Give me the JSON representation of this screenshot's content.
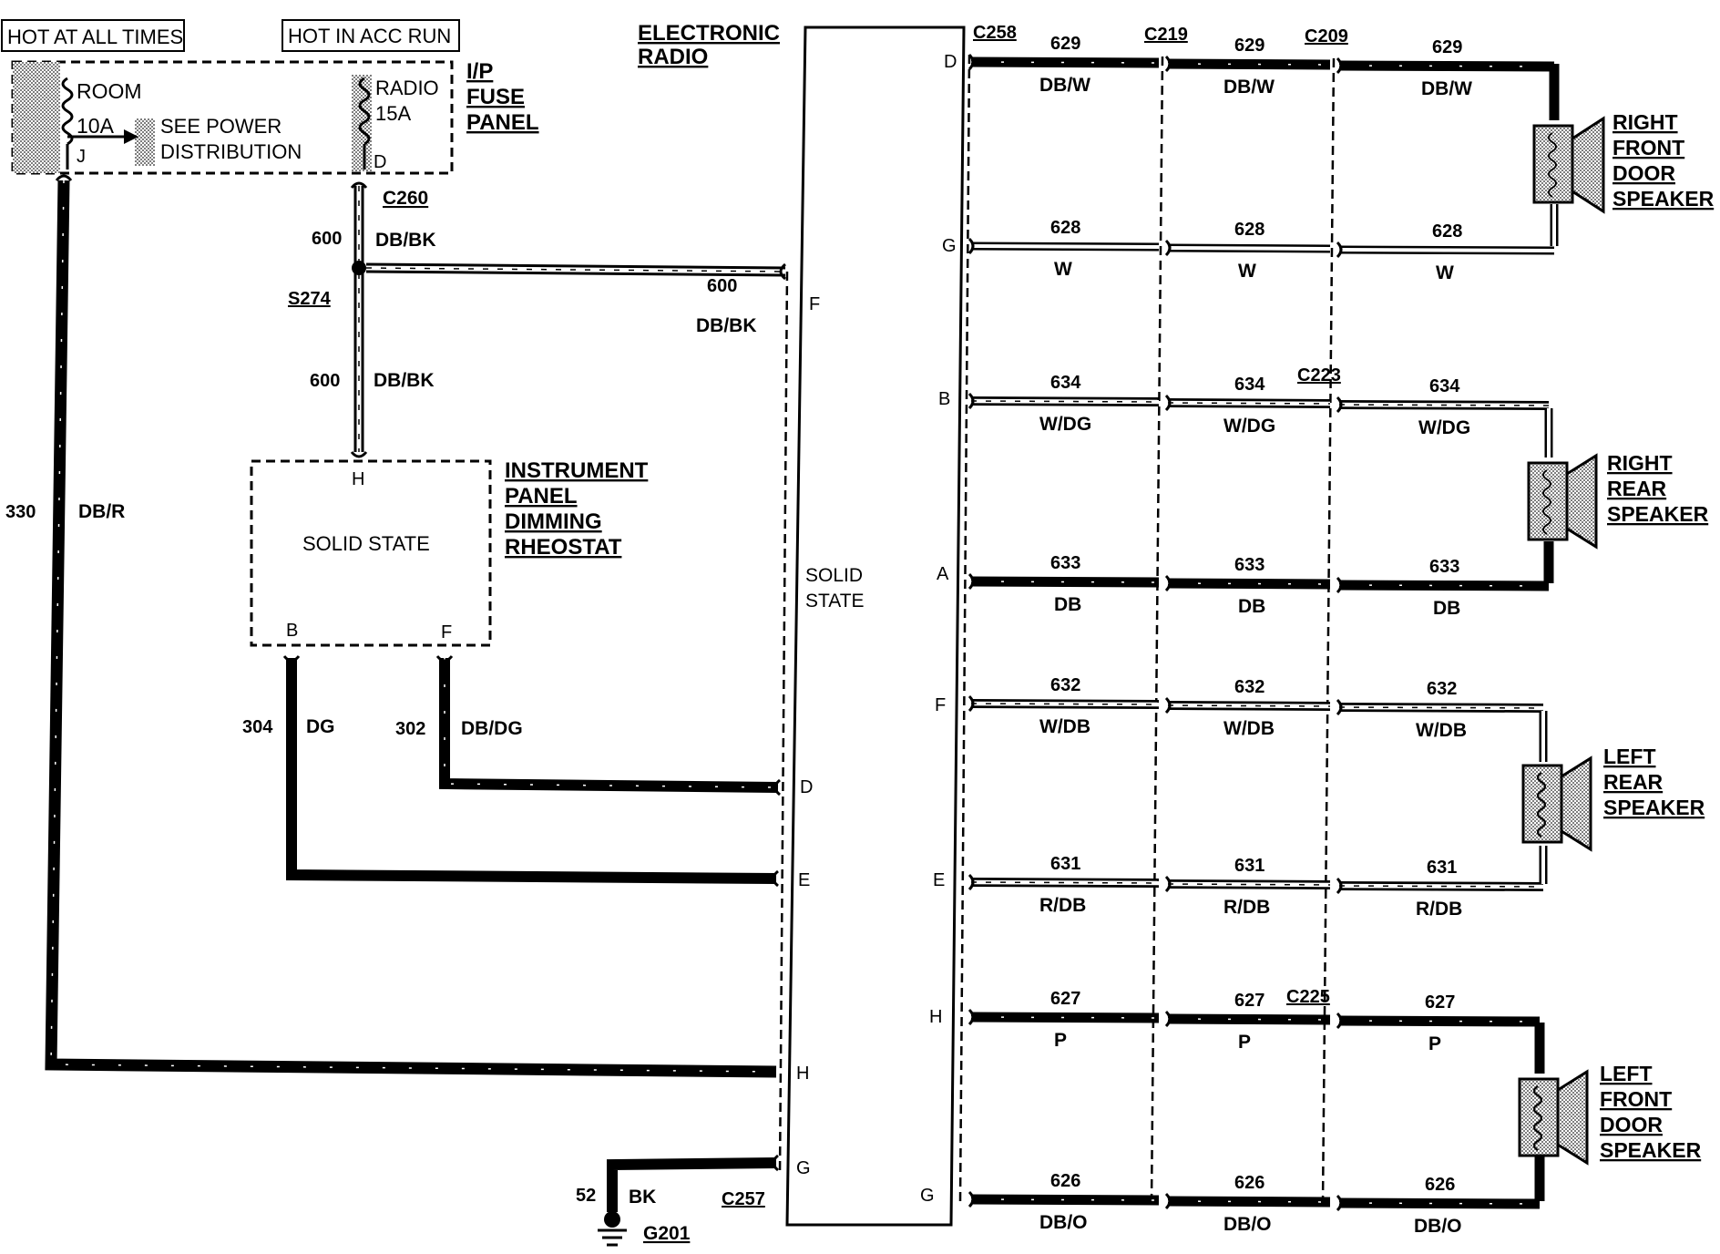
{
  "header": {
    "hot_at_all_times": "HOT AT ALL TIMES",
    "hot_in_acc_run": "HOT IN ACC RUN"
  },
  "fuse_panel": {
    "room": "ROOM",
    "room_amps": "10A",
    "room_pin": "J",
    "see_power": "SEE POWER",
    "distribution": "DISTRIBUTION",
    "radio": "RADIO",
    "radio_amps": "15A",
    "radio_pin": "D",
    "title_l1": "I/P",
    "title_l2": "FUSE",
    "title_l3": "PANEL"
  },
  "connectors": {
    "c260": "C260",
    "s274": "S274",
    "c257": "C257",
    "g201": "G201",
    "c258": "C258",
    "c219": "C219",
    "c209": "C209",
    "c223": "C223",
    "c225": "C225"
  },
  "left_wires": {
    "w600_a_num": "600",
    "w600_a_color": "DB/BK",
    "w600_b_num": "600",
    "w600_b_color": "DB/BK",
    "w600_c_num": "600",
    "w600_c_color": "DB/BK",
    "w330_num": "330",
    "w330_color": "DB/R",
    "w304_num": "304",
    "w304_color": "DG",
    "w302_num": "302",
    "w302_color": "DB/DG",
    "w52_num": "52",
    "w52_color": "BK"
  },
  "rheostat": {
    "pin_h": "H",
    "pin_b": "B",
    "pin_f": "F",
    "inside": "SOLID STATE",
    "title_l1": "INSTRUMENT",
    "title_l2": "PANEL",
    "title_l3": "DIMMING",
    "title_l4": "RHEOSTAT"
  },
  "radio": {
    "title_l1": "ELECTRONIC",
    "title_l2": "RADIO",
    "solid_l1": "SOLID",
    "solid_l2": "STATE",
    "left_pins": {
      "f": "F",
      "d": "D",
      "e": "E",
      "h": "H",
      "g": "G"
    },
    "right_pins": {
      "d": "D",
      "g": "G",
      "b": "B",
      "a": "A",
      "f": "F",
      "e": "E",
      "h": "H",
      "g2": "G"
    }
  },
  "speaker_wires": [
    {
      "num": "629",
      "color": "DB/W"
    },
    {
      "num": "628",
      "color": "W"
    },
    {
      "num": "634",
      "color": "W/DG"
    },
    {
      "num": "633",
      "color": "DB"
    },
    {
      "num": "632",
      "color": "W/DB"
    },
    {
      "num": "631",
      "color": "R/DB"
    },
    {
      "num": "627",
      "color": "P"
    },
    {
      "num": "626",
      "color": "DB/O"
    }
  ],
  "speakers": {
    "rf": [
      "RIGHT",
      "FRONT",
      "DOOR",
      "SPEAKER"
    ],
    "rr": [
      "RIGHT",
      "REAR",
      "SPEAKER"
    ],
    "lr": [
      "LEFT",
      "REAR",
      "SPEAKER"
    ],
    "lf": [
      "LEFT",
      "FRONT",
      "DOOR",
      "SPEAKER"
    ]
  }
}
